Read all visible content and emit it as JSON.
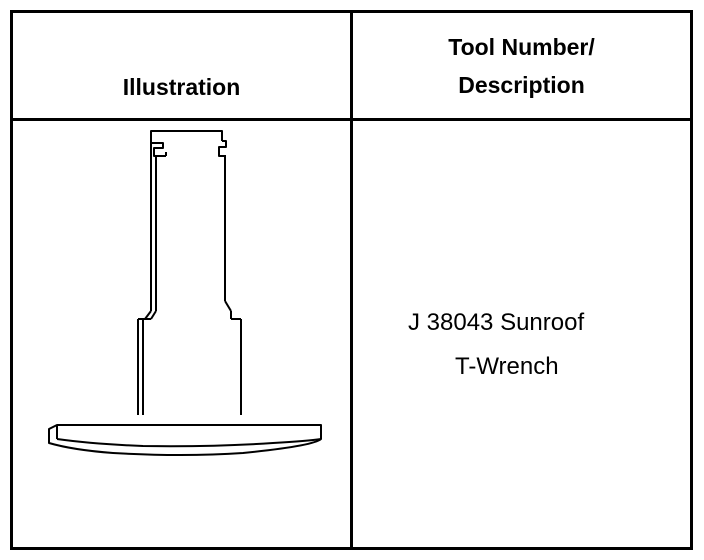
{
  "table": {
    "headers": {
      "illustration": "Illustration",
      "tool_line1": "Tool Number/",
      "tool_line2": "Description"
    },
    "rows": [
      {
        "illustration_icon": "t-wrench-icon",
        "description_line1": "J 38043 Sunroof",
        "description_line2": "T-Wrench"
      }
    ]
  }
}
